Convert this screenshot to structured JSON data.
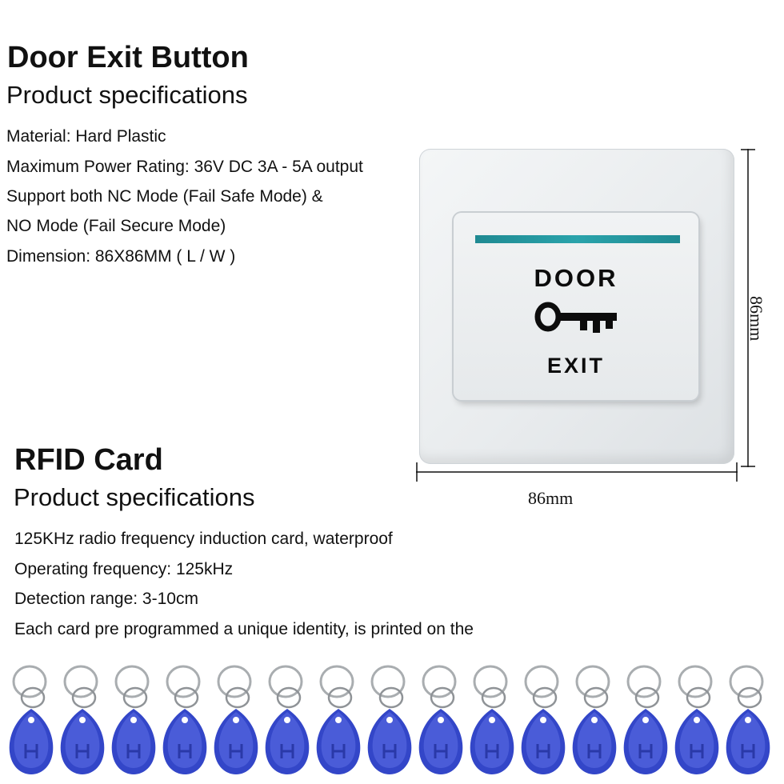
{
  "door": {
    "title": "Door Exit Button",
    "subtitle": "Product specifications",
    "specs": [
      "Material: Hard Plastic",
      "Maximum Power Rating: 36V DC 3A - 5A output",
      "Support both NC Mode (Fail Safe Mode) &",
      "NO Mode (Fail Secure Mode)",
      "Dimension:  86X86MM ( L / W  )"
    ],
    "button_text_top": "DOOR",
    "button_text_bottom": "EXIT",
    "dim_width": "86mm",
    "dim_height": "86mm",
    "led_color": "#2aa3ab"
  },
  "rfid": {
    "title": "RFID Card",
    "subtitle": "Product specifications",
    "specs": [
      "125KHz radio frequency induction card, waterproof",
      "Operating frequency: 125kHz",
      "Detection range: 3-10cm",
      "Each card pre programmed a unique identity, is printed on the"
    ],
    "tag_count": 15,
    "tag_color": "#3346c8",
    "tag_icon": "rfid-keyfob-icon"
  }
}
